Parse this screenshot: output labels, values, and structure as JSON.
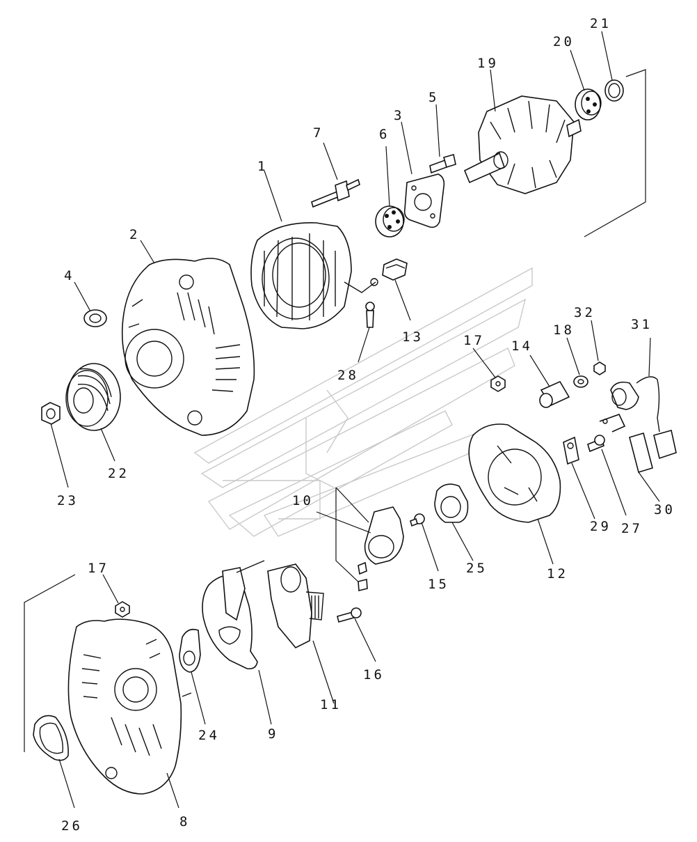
{
  "diagram": {
    "callouts": [
      {
        "id": "c1",
        "text": "1"
      },
      {
        "id": "c2",
        "text": "2"
      },
      {
        "id": "c3",
        "text": "3"
      },
      {
        "id": "c4",
        "text": "4"
      },
      {
        "id": "c5",
        "text": "5"
      },
      {
        "id": "c6",
        "text": "6"
      },
      {
        "id": "c7",
        "text": "7"
      },
      {
        "id": "c8",
        "text": "8"
      },
      {
        "id": "c9",
        "text": "9"
      },
      {
        "id": "c10",
        "text": "10"
      },
      {
        "id": "c11",
        "text": "11"
      },
      {
        "id": "c12",
        "text": "12"
      },
      {
        "id": "c13",
        "text": "13"
      },
      {
        "id": "c14",
        "text": "14"
      },
      {
        "id": "c15",
        "text": "15"
      },
      {
        "id": "c16",
        "text": "16"
      },
      {
        "id": "c17a",
        "text": "17"
      },
      {
        "id": "c17b",
        "text": "17"
      },
      {
        "id": "c18",
        "text": "18"
      },
      {
        "id": "c19",
        "text": "19"
      },
      {
        "id": "c20",
        "text": "20"
      },
      {
        "id": "c21",
        "text": "21"
      },
      {
        "id": "c22",
        "text": "22"
      },
      {
        "id": "c23",
        "text": "23"
      },
      {
        "id": "c24",
        "text": "24"
      },
      {
        "id": "c25",
        "text": "25"
      },
      {
        "id": "c26",
        "text": "26"
      },
      {
        "id": "c27",
        "text": "27"
      },
      {
        "id": "c28",
        "text": "28"
      },
      {
        "id": "c29",
        "text": "29"
      },
      {
        "id": "c30",
        "text": "30"
      },
      {
        "id": "c31",
        "text": "31"
      },
      {
        "id": "c32",
        "text": "32"
      }
    ]
  }
}
